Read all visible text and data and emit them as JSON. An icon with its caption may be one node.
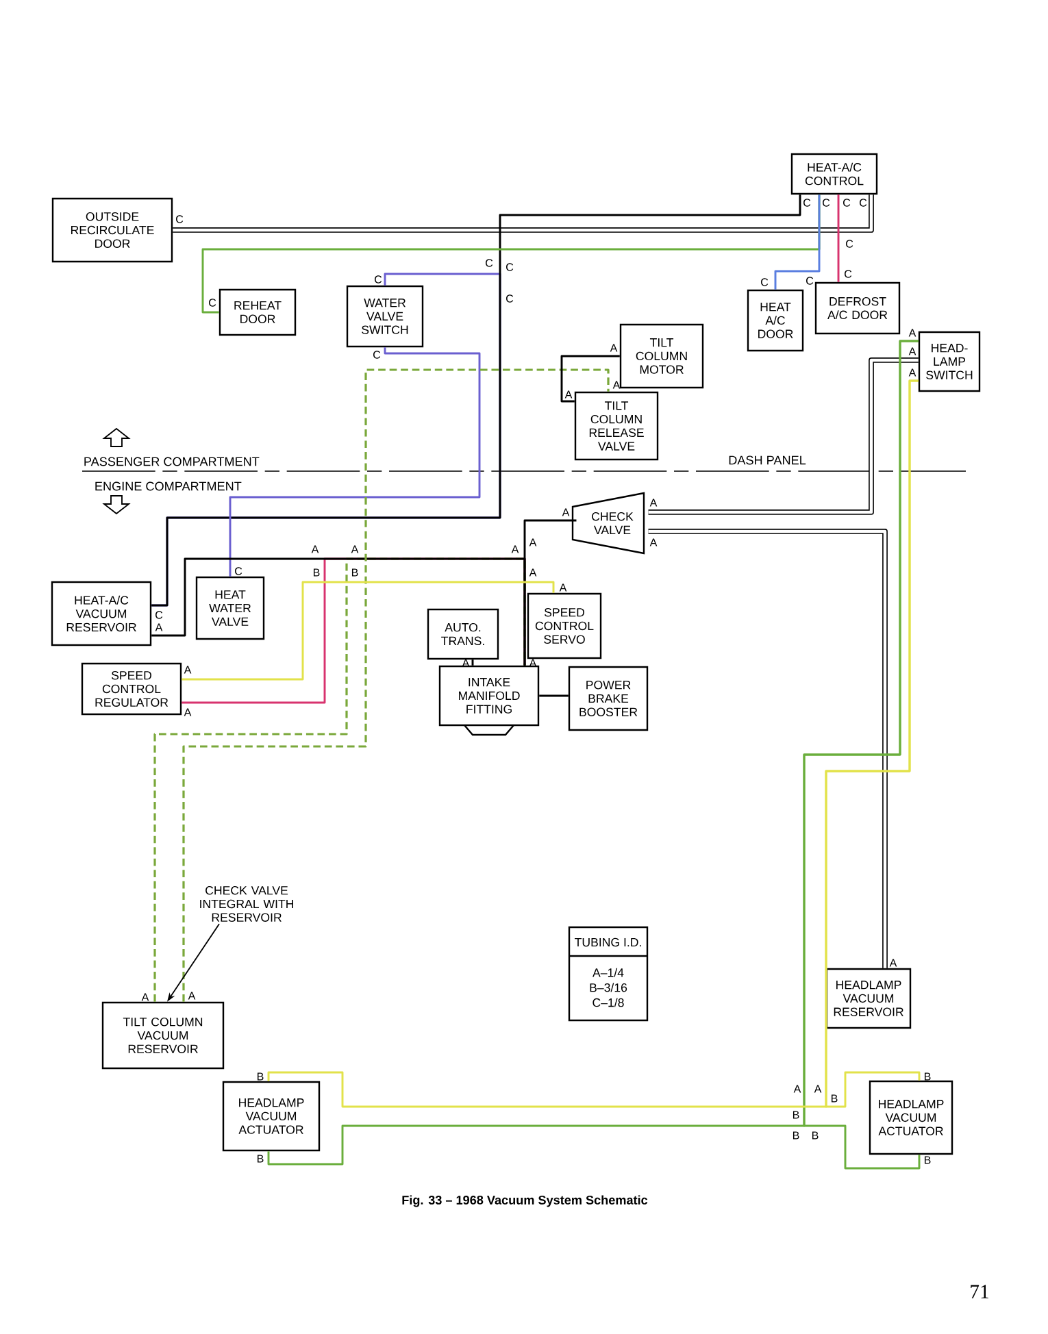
{
  "diagram": {
    "caption": "Fig. 33 – 1968 Vacuum System Schematic",
    "nodes": [
      {
        "text": [
          "HEAT-A/C CONTROL"
        ]
      },
      {
        "text": [
          "OUTSIDE RECIRCULATE DOOR"
        ]
      },
      {
        "text": [
          "REHEAT DOOR"
        ]
      },
      {
        "text": [
          "WATER VALVE SWITCH"
        ]
      },
      {
        "text": [
          "HEAT A/C DOOR"
        ]
      },
      {
        "text": [
          "DEFROST A/C DOOR"
        ]
      },
      {
        "text": [
          "TILT COLUMN MOTOR"
        ]
      },
      {
        "text": [
          "HEAD-LAMP SWITCH"
        ]
      },
      {
        "text": [
          "TILT COLUMN RELEASE VALVE"
        ]
      },
      {
        "text": [
          "CHECK VALVE"
        ]
      },
      {
        "text": [
          "HEAT-A/C VACUUM RESERVOIR"
        ]
      },
      {
        "text": [
          "HEAT WATER VALVE"
        ]
      },
      {
        "text": [
          "AUTO. TRANS."
        ]
      },
      {
        "text": [
          "SPEED CONTROL SERVO"
        ]
      },
      {
        "text": [
          "SPEED CONTROL REGULATOR"
        ]
      },
      {
        "text": [
          "INTAKE MANIFOLD FITTING"
        ]
      },
      {
        "text": [
          "POWER BRAKE BOOSTER"
        ]
      },
      {
        "text": [
          "TUBING I.D.",
          "A–1/4 B–3/16 C–1/8"
        ]
      },
      {
        "text": [
          "HEADLAMP VACUUM RESERVOIR"
        ]
      },
      {
        "text": [
          "TILT COLUMN VACUUM RESERVOIR"
        ]
      },
      {
        "text": [
          "HEADLAMP VACUUM ACTUATOR"
        ]
      },
      {
        "text": [
          "HEADLAMP VACUUM ACTUATOR"
        ]
      },
      {
        "text": [
          "CHECK VALVE INTEGRAL WITH RESERVOIR"
        ]
      }
    ],
    "edges": [
      {
        "from": 1,
        "to": 0,
        "arrow": "none",
        "style": "thick"
      },
      {
        "from": 3,
        "to": 10,
        "arrow": "none",
        "color": "#6a5fd0"
      },
      {
        "from": 0,
        "to": 10,
        "arrow": "none"
      },
      {
        "from": 3,
        "to": 11,
        "arrow": "none",
        "color": "#6a5fd0"
      },
      {
        "from": 0,
        "to": 2,
        "arrow": "none",
        "color": "#6aae3c"
      },
      {
        "from": 0,
        "to": 4,
        "arrow": "none",
        "color": "#5a7ee0"
      },
      {
        "from": 0,
        "to": 5,
        "arrow": "none",
        "color": "#d8336e"
      },
      {
        "from": 9,
        "to": 7,
        "arrow": "none",
        "style": "thick"
      },
      {
        "from": 9,
        "to": 18,
        "arrow": "none",
        "style": "thick"
      },
      {
        "from": 7,
        "to": 20,
        "arrow": "none",
        "color": "#6aae3c"
      },
      {
        "from": 7,
        "to": 21,
        "arrow": "none",
        "color": "#6aae3c"
      },
      {
        "from": 7,
        "to": 20,
        "arrow": "none",
        "color": "#e2e24a"
      },
      {
        "from": 7,
        "to": 21,
        "arrow": "none",
        "color": "#e2e24a"
      },
      {
        "from": 14,
        "to": 15,
        "arrow": "none",
        "color": "#d8336e"
      },
      {
        "from": 19,
        "to": 15,
        "arrow": "none",
        "style": "dashed",
        "color": "#7aa83a"
      },
      {
        "from": 10,
        "to": 15,
        "arrow": "none"
      },
      {
        "from": 15,
        "to": 9,
        "arrow": "none"
      },
      {
        "from": 19,
        "to": 8,
        "arrow": "none",
        "style": "dashed",
        "color": "#7aa83a"
      },
      {
        "from": 8,
        "to": 6,
        "arrow": "none"
      },
      {
        "from": 14,
        "to": 13,
        "arrow": "none",
        "color": "#e2e24a"
      },
      {
        "from": 12,
        "to": 15,
        "arrow": "none"
      },
      {
        "from": 15,
        "to": 16,
        "arrow": "none"
      },
      {
        "from": 22,
        "to": 19,
        "arrow": "to"
      }
    ],
    "labels": [
      "PASSENGER COMPARTMENT",
      "DASH PANEL",
      "ENGINE COMPARTMENT",
      "C",
      "C",
      "C",
      "C",
      "C",
      "C",
      "C",
      "C",
      "C",
      "C",
      "C",
      "C",
      "C",
      "C",
      "C",
      "A",
      "A",
      "A",
      "A",
      "A",
      "A",
      "A",
      "A",
      "A",
      "C",
      "A",
      "C",
      "A",
      "A",
      "B",
      "B",
      "A",
      "A",
      "A",
      "A",
      "A",
      "A",
      "A",
      "A",
      "A",
      "A",
      "A",
      "B",
      "B",
      "B",
      "B",
      "A",
      "A",
      "B",
      "B",
      "B",
      "B",
      "71"
    ]
  }
}
